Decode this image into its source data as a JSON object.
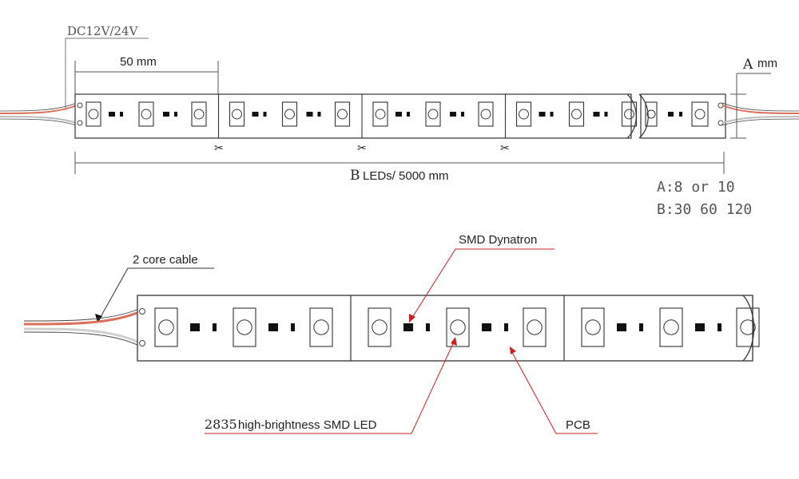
{
  "top_view": {
    "voltage_label": "DC12V/24V",
    "segment_length_label": "50 mm",
    "width_letter": "A",
    "width_unit": "mm",
    "total_letter": "B",
    "total_text": "LEDs/ 5000 mm",
    "segment_count": 4,
    "led_groups_per_segment": 3,
    "cut_mark_symbol": "✂"
  },
  "legend": {
    "width_values": "A:8 or 10",
    "led_count_values": "B:30 60 120"
  },
  "detail_view": {
    "cable_label": "2 core cable",
    "resistor_label": "SMD Dynatron",
    "led_size_code": "2835",
    "led_label": "high-brightness SMD LED",
    "pcb_label": "PCB",
    "segment_count": 3
  },
  "colors": {
    "line": "#3a3a3a",
    "dimension_line": "#555555",
    "leader": "#cc1f1f",
    "cable_red": "#d9705a",
    "component_fill": "#111111",
    "spec_text": "#555555"
  }
}
